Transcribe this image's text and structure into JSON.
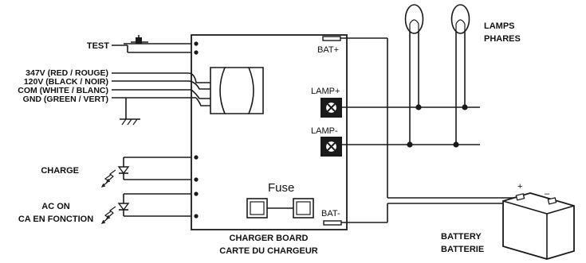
{
  "inputs": {
    "test": "TEST",
    "wires": [
      "347V (RED / ROUGE)",
      "120V (BLACK / NOIR)",
      "COM (WHITE / BLANC)",
      "GND (GREEN / VERT)"
    ],
    "charge": "CHARGE",
    "ac_on_line1": "AC ON",
    "ac_on_line2": "CA EN FONCTION"
  },
  "board": {
    "bat_plus": "BAT+",
    "lamp_plus": "LAMP+",
    "lamp_minus": "LAMP-",
    "fuse": "Fuse",
    "bat_minus": "BAT-",
    "title_line1": "CHARGER BOARD",
    "title_line2": "CARTE DU CHARGEUR"
  },
  "lamps": {
    "line1": "LAMPS",
    "line2": "PHARES"
  },
  "battery": {
    "line1": "BATTERY",
    "line2": "BATTERIE",
    "plus": "+",
    "minus": "–"
  }
}
